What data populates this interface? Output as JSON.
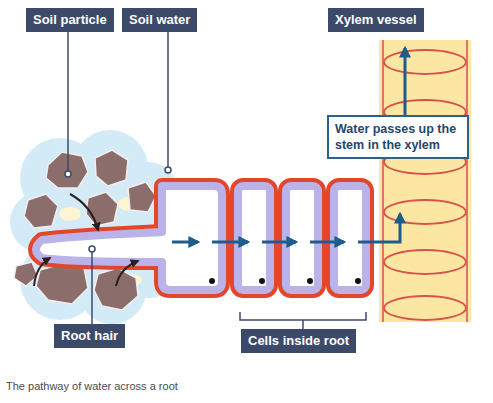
{
  "diagram": {
    "caption": "The pathway of water across a root",
    "nodes": [
      {
        "text": [
          "Soil particle"
        ]
      },
      {
        "text": [
          "Soil water"
        ]
      },
      {
        "text": [
          "Xylem vessel"
        ]
      },
      {
        "text": [
          "Water passes up the stem in the xylem"
        ]
      },
      {
        "text": [
          "Root hair"
        ]
      },
      {
        "text": [
          "Cells inside root"
        ]
      }
    ]
  }
}
